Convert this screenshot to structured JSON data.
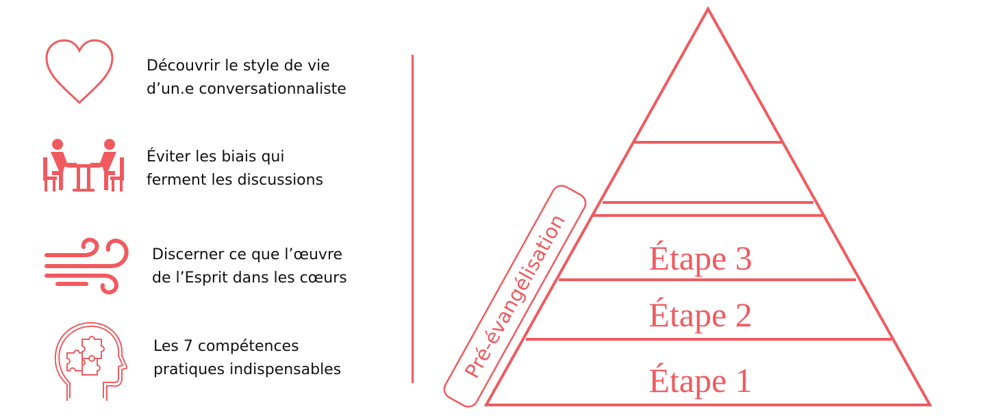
{
  "colors": {
    "accent": "#f05a5e",
    "text": "#111111",
    "background": "#ffffff"
  },
  "items": [
    {
      "icon": "heart-icon",
      "line1": "Découvrir le style de vie",
      "line2": "d’un.e conversationnaliste"
    },
    {
      "icon": "people-at-table-icon",
      "line1": "Éviter les biais qui",
      "line2": "ferment les discussions"
    },
    {
      "icon": "wind-icon",
      "line1": "Discerner ce que l’œuvre",
      "line2": "de l’Esprit dans les cœurs"
    },
    {
      "icon": "head-puzzle-icon",
      "line1": "Les 7 compétences",
      "line2": "pratiques indispensables"
    }
  ],
  "pyramid": {
    "stages": [
      "Étape 3",
      "Étape 2",
      "Étape 1"
    ],
    "side_label": "Pré-évangélisation"
  }
}
